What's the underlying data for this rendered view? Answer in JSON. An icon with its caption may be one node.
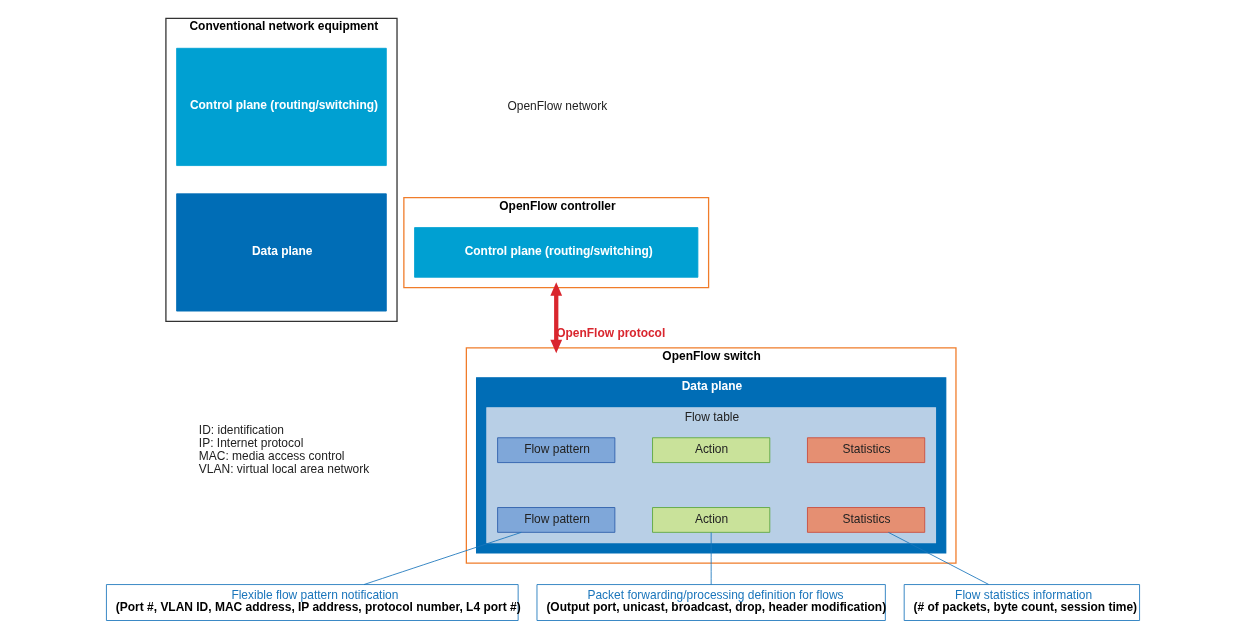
{
  "diagram": {
    "nodes": [
      {
        "text": [
          "Conventional network equipment"
        ]
      },
      {
        "text": [
          "Control plane (routing/switching)"
        ],
        "in": 0
      },
      {
        "text": [
          "Data plane"
        ],
        "in": 0
      },
      {
        "text": [
          "OpenFlow controller"
        ]
      },
      {
        "text": [
          "Control plane (routing/switching)"
        ],
        "in": 3
      },
      {
        "text": [
          "OpenFlow switch"
        ]
      },
      {
        "text": [
          "Data plane"
        ],
        "in": 5
      },
      {
        "text": [
          "Flow table"
        ],
        "in": 6
      },
      {
        "text": [
          "Flow pattern"
        ],
        "in": 7
      },
      {
        "text": [
          "Action"
        ],
        "in": 7
      },
      {
        "text": [
          "Statistics"
        ],
        "in": 7
      },
      {
        "text": [
          "Flow pattern"
        ],
        "in": 7
      },
      {
        "text": [
          "Action"
        ],
        "in": 7
      },
      {
        "text": [
          "Statistics"
        ],
        "in": 7
      },
      {
        "text": [
          "Flexible flow pattern notification",
          "(Port #, VLAN ID, MAC address, IP address, protocol number, L4 port #)"
        ]
      },
      {
        "text": [
          "Packet forwarding/processing definition for flows",
          "(Output port, unicast, broadcast, drop, header modification)"
        ]
      },
      {
        "text": [
          "Flow statistics information",
          "(# of packets, byte count, session time)"
        ]
      }
    ],
    "edges": [
      {
        "from": 3,
        "to": 5,
        "arrow": "both",
        "label": "OpenFlow protocol",
        "style": "thick",
        "color": "#d9262e"
      },
      {
        "from": 14,
        "to": 11,
        "arrow": "none"
      },
      {
        "from": 15,
        "to": 12,
        "arrow": "none"
      },
      {
        "from": 16,
        "to": 13,
        "arrow": "none"
      }
    ],
    "labels": [
      "OpenFlow network",
      "ID: identification",
      "IP: Internet protocol",
      "MAC: media access control",
      "VLAN: virtual local area network"
    ]
  }
}
